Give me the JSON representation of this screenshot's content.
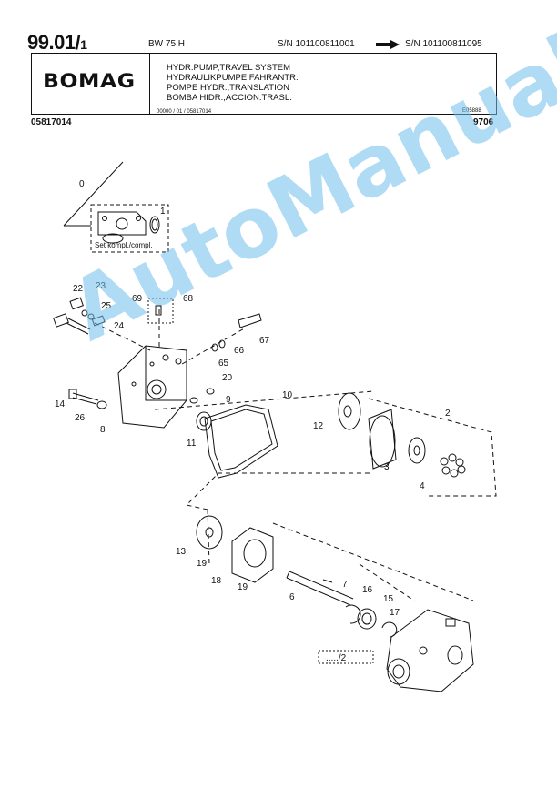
{
  "header": {
    "page_number": "99.01/",
    "page_sub": "1",
    "model": "BW 75 H",
    "sn_from": "S/N 101100811001",
    "sn_to": "S/N 101100811095",
    "logo_text": "BOMAG",
    "titles": {
      "en": "HYDR.PUMP,TRAVEL SYSTEM",
      "de": "HYDRAULIKPUMPE,FAHRANTR.",
      "fr": "POMPE HYDR.,TRANSLATION",
      "es": "BOMBA HIDR.,ACCION.TRASL."
    },
    "ref_code": "00000 / 01 / 05817014",
    "ref_right": "E05888",
    "doc_number": "05817014",
    "date_code": "9706"
  },
  "drawing": {
    "set_label": "Set kompl./compl.",
    "ref_box_label": "...../2",
    "callouts": [
      "0",
      "1",
      "2",
      "3",
      "4",
      "6",
      "7",
      "8",
      "9",
      "10",
      "11",
      "12",
      "13",
      "14",
      "15",
      "16",
      "17",
      "18",
      "19",
      "19",
      "20",
      "22",
      "23",
      "24",
      "25",
      "26",
      "65",
      "66",
      "67",
      "68",
      "69"
    ]
  },
  "watermark": "AutoManual",
  "colors": {
    "ink": "#111111",
    "watermark": "#6ebeeb"
  }
}
